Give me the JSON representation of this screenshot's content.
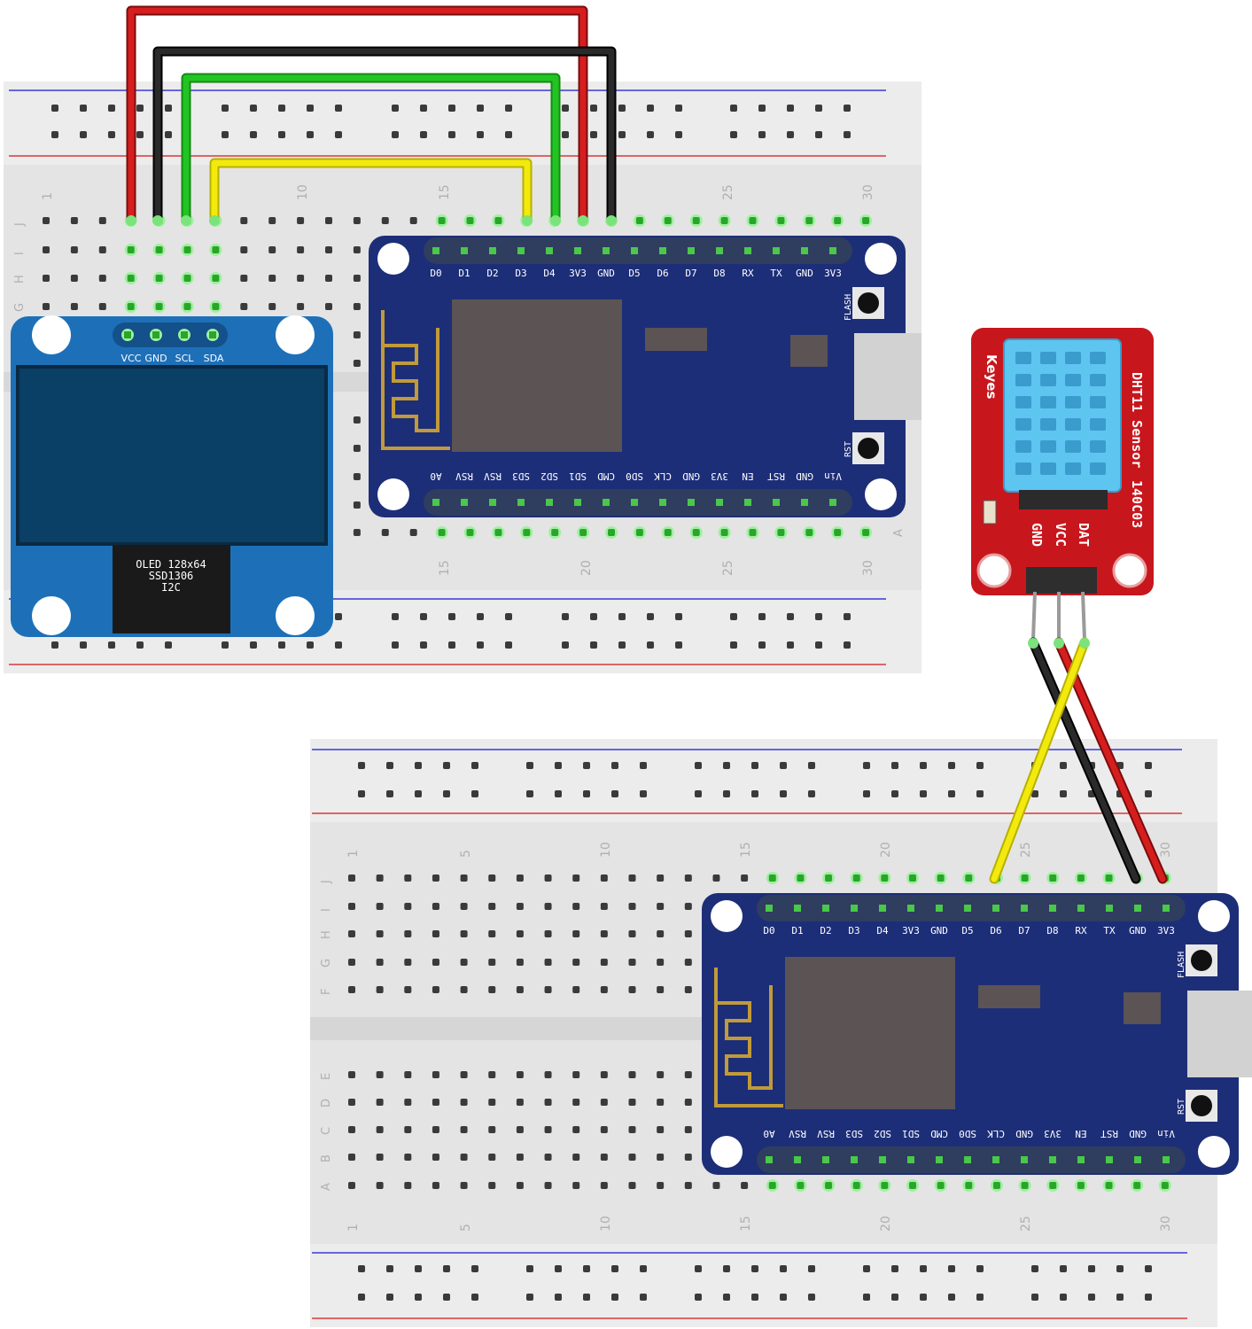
{
  "breadboard_top": {
    "column_numbers": [
      "1",
      "10",
      "15",
      "25",
      "30",
      "15",
      "20",
      "25",
      "30"
    ],
    "row_letters": [
      "J",
      "I",
      "H",
      "G",
      "A"
    ]
  },
  "breadboard_bottom": {
    "column_numbers_top": [
      "1",
      "5",
      "10",
      "15",
      "20",
      "25",
      "30"
    ],
    "column_numbers_bottom": [
      "1",
      "5",
      "10",
      "15",
      "20",
      "25",
      "30"
    ],
    "row_letters": [
      "J",
      "I",
      "H",
      "G",
      "F",
      "E",
      "D",
      "C",
      "B",
      "A"
    ]
  },
  "oled": {
    "pins": [
      "VCC",
      "GND",
      "SCL",
      "SDA"
    ],
    "chip_label": [
      "OLED 128x64",
      "SSD1306",
      "I2C"
    ]
  },
  "nodemcu": {
    "top_pins": [
      "D0",
      "D1",
      "D2",
      "D3",
      "D4",
      "3V3",
      "GND",
      "D5",
      "D6",
      "D7",
      "D8",
      "RX",
      "TX",
      "GND",
      "3V3"
    ],
    "bottom_pins": [
      "A0",
      "RSV",
      "RSV",
      "SD3",
      "SD2",
      "SD1",
      "CMD",
      "SD0",
      "CLK",
      "GND",
      "3V3",
      "EN",
      "RST",
      "GND",
      "Vin"
    ],
    "flash_label": "FLASH",
    "rst_label": "RST"
  },
  "dht": {
    "brand": "Keyes",
    "title": "DHT11 Sensor",
    "code": "140C03",
    "pins": [
      "GND",
      "VCC",
      "DAT"
    ]
  },
  "colors": {
    "wire_red": "#d61e1e",
    "wire_black": "#1a1a1a",
    "wire_green": "#22c422",
    "wire_yellow": "#f2ea0c",
    "board_blue": "#1d2e78",
    "oled_blue": "#1d70b8",
    "dht_red": "#c8161d",
    "dht_sensor": "#5ec4f0",
    "breadboard": "#ececec"
  }
}
